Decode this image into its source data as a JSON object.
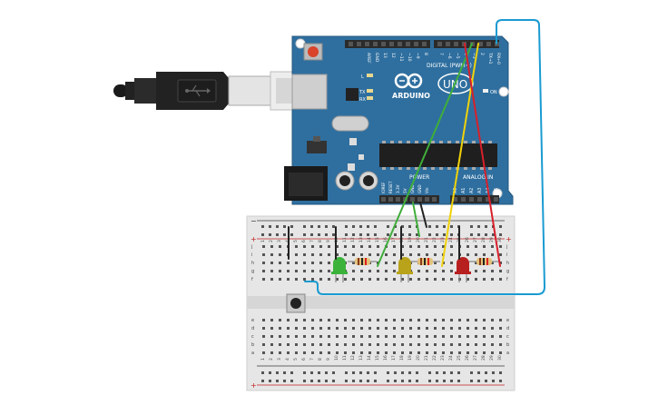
{
  "board": {
    "brand": "ARDUINO",
    "model": "UNO",
    "on_label": "ON",
    "digital_label": "DIGITAL (PWM~)",
    "power_label": "POWER",
    "analog_label": "ANALOG IN",
    "led_labels": [
      "L",
      "TX",
      "RX"
    ],
    "top_pins": [
      "AREF",
      "GND",
      "13",
      "12",
      "~11",
      "~10",
      "~9",
      "8",
      "7",
      "~6",
      "~5",
      "4",
      "~3",
      "2",
      "TX→1",
      "RX←0"
    ],
    "power_pins": [
      "IOREF",
      "RESET",
      "3.3V",
      "5V",
      "GND",
      "GND",
      "Vin"
    ],
    "analog_pins": [
      "A0",
      "A1",
      "A2",
      "A3",
      "A4",
      "A5"
    ]
  },
  "breadboard": {
    "row_letters_top": [
      "a",
      "b",
      "c",
      "d",
      "e"
    ],
    "row_letters_bottom": [
      "f",
      "g",
      "h",
      "i",
      "j"
    ],
    "column_numbers": [
      "1",
      "2",
      "3",
      "4",
      "5",
      "6",
      "7",
      "8",
      "9",
      "10",
      "11",
      "12",
      "13",
      "14",
      "15",
      "16",
      "17",
      "18",
      "19",
      "20",
      "21",
      "22",
      "23",
      "24",
      "25",
      "26",
      "27",
      "28",
      "29",
      "30"
    ],
    "rail_plus": "+",
    "rail_minus": "−"
  },
  "components": {
    "leds": [
      {
        "name": "green-led",
        "color": "#3bb33b"
      },
      {
        "name": "yellow-led",
        "color": "#b8a31a"
      },
      {
        "name": "red-led",
        "color": "#b8201f"
      }
    ]
  },
  "colors": {
    "board_blue": "#2f6f9f",
    "wire_blue": "#1a9bd1",
    "wire_green": "#3fae3a",
    "wire_yellow": "#f0d20a",
    "wire_red": "#d8202a",
    "wire_black": "#222222"
  }
}
